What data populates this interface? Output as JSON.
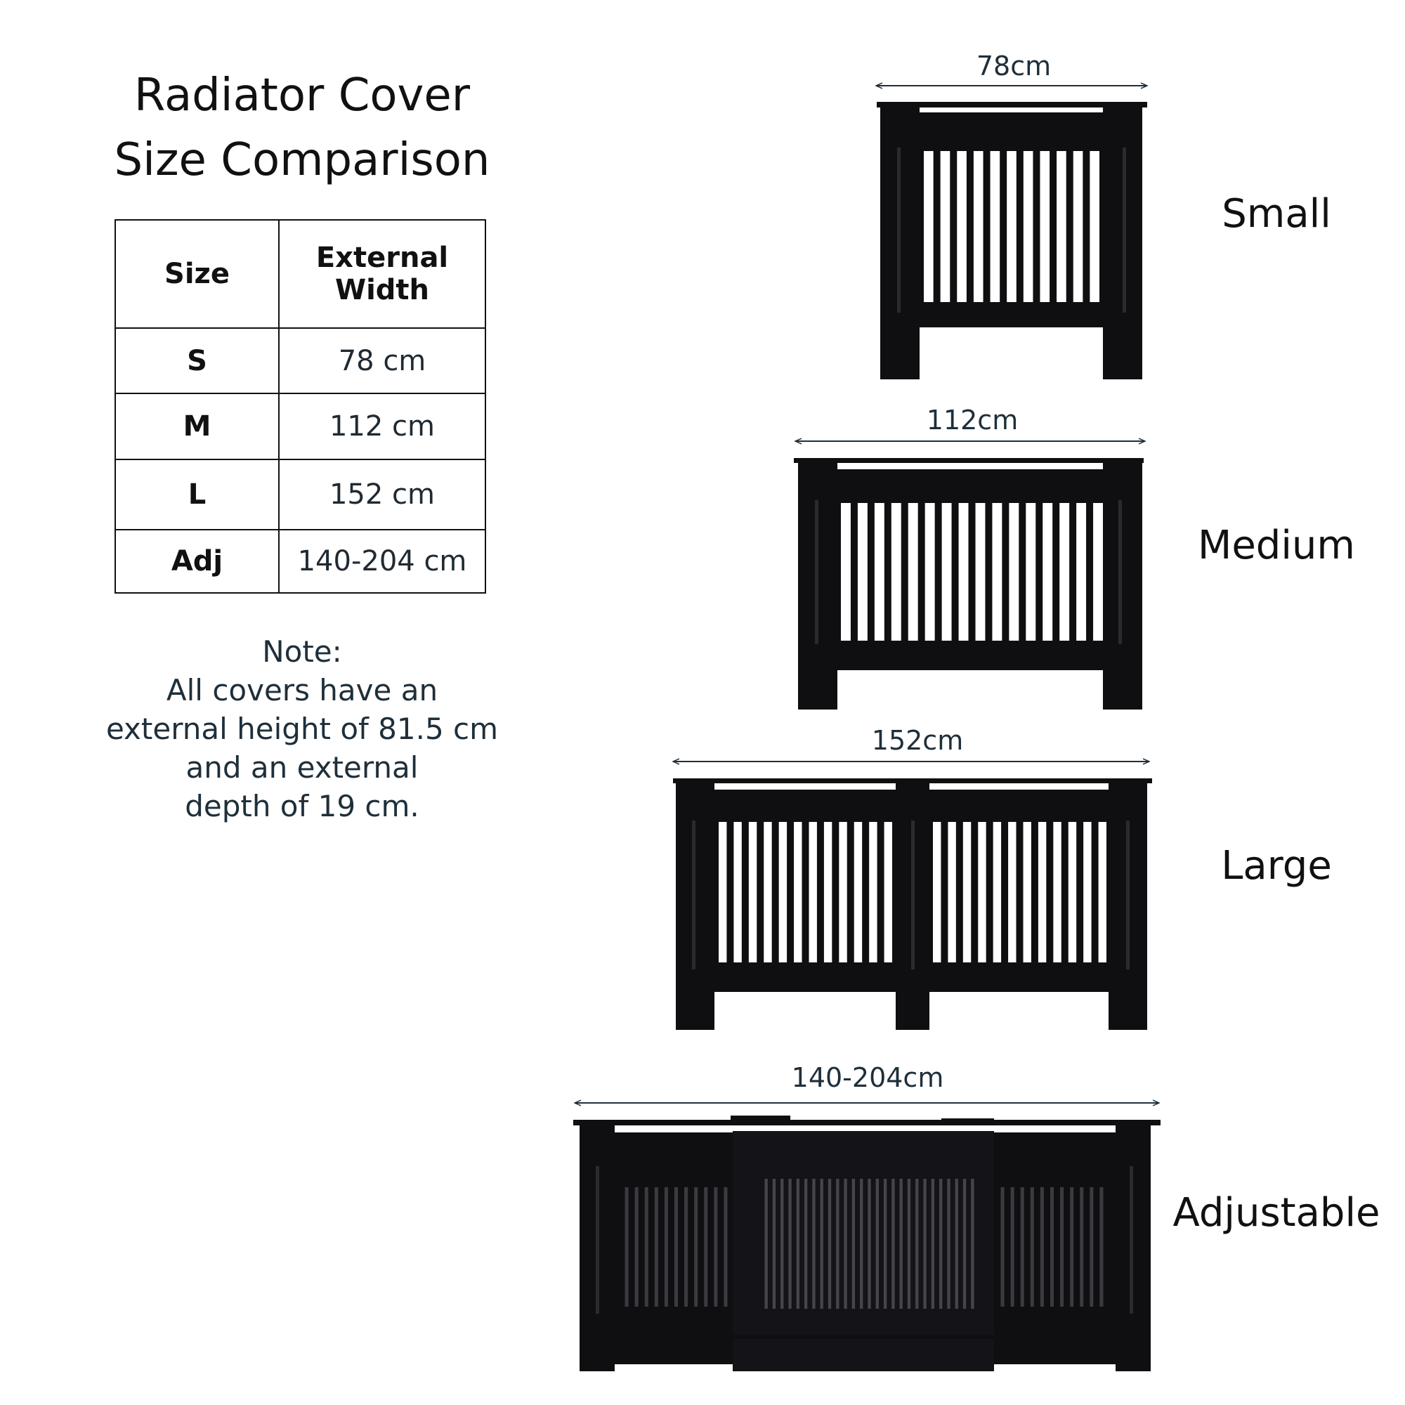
{
  "title": {
    "line1": "Radiator Cover",
    "line2": "Size Comparison"
  },
  "table": {
    "headers": {
      "size": "Size",
      "width_line1": "External",
      "width_line2": "Width"
    },
    "rows": [
      {
        "size": "S",
        "width": "78 cm"
      },
      {
        "size": "M",
        "width": "112 cm"
      },
      {
        "size": "L",
        "width": "152 cm"
      },
      {
        "size": "Adj",
        "width": "140-204 cm"
      }
    ]
  },
  "note": {
    "line1": "Note:",
    "line2": "All covers have an",
    "line3": "external height of 81.5 cm",
    "line4": "and an external",
    "line5": "depth of 19 cm."
  },
  "products": [
    {
      "dimension": "78cm",
      "label": "Small"
    },
    {
      "dimension": "112cm",
      "label": "Medium"
    },
    {
      "dimension": "152cm",
      "label": "Large"
    },
    {
      "dimension": "140-204cm",
      "label": "Adjustable"
    }
  ],
  "colors": {
    "cover": "#0f0f12",
    "text": "#1f2f3a"
  }
}
